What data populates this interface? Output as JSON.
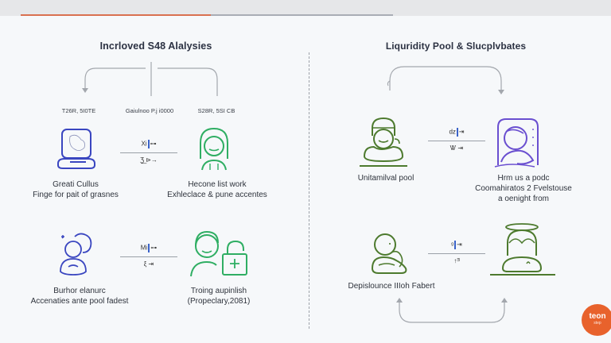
{
  "progress": {
    "percent": 51,
    "fill_color": "#d9704f",
    "track_color": "#a9adb5"
  },
  "left_panel": {
    "title": "Incrloved S48 Alalysies",
    "branch_labels": [
      "T26R, 5I0TE",
      "Gaiulnoo P.j i0000",
      "S28R, 5SI CB"
    ],
    "rows": [
      {
        "left_caption": [
          "Greati Cullus",
          "Finge for pait of grasnes"
        ],
        "mid_top": "Xi",
        "mid_top_suffix": "⊶",
        "mid_bottom": "Ʒ͟ ⊳→",
        "right_caption": [
          "Hecone list work",
          "Exhleclace & pune accentes"
        ]
      },
      {
        "left_caption": [
          "Burhor elanurc",
          "Accenaties ante pool fadest"
        ],
        "mid_top": "Mi",
        "mid_top_suffix": "⊶",
        "mid_bottom": "ξ ⇥",
        "right_caption": [
          "Troing aupinlish",
          "(Propeclary,2081)"
        ]
      }
    ]
  },
  "right_panel": {
    "title": "Liquridity Pool & Slucplvbates",
    "rows": [
      {
        "left_caption": [
          "Unitamilval pool"
        ],
        "mid_top": "ǳ",
        "mid_top_suffix": "⇥",
        "mid_bottom": "Ꮤ ⇥",
        "right_caption": [
          "Hrm us a podc",
          "Coomahiratos 2 Fvelstouse",
          "a oenight from"
        ]
      },
      {
        "left_caption": [
          "Depislounce IIIoh Fabert"
        ],
        "mid_top": "ᵍ",
        "mid_top_suffix": "⇥",
        "mid_bottom": "↑ᴲ",
        "right_caption": []
      }
    ]
  },
  "badge": {
    "text": "teon",
    "subtext": "step"
  },
  "colors": {
    "blue_icon": "#3a46c0",
    "green_icon": "#2fae63",
    "olive_icon": "#4d7a2e",
    "purple_icon": "#6a4fd0",
    "badge": "#e8622c",
    "arrow": "#a3a7ad"
  }
}
